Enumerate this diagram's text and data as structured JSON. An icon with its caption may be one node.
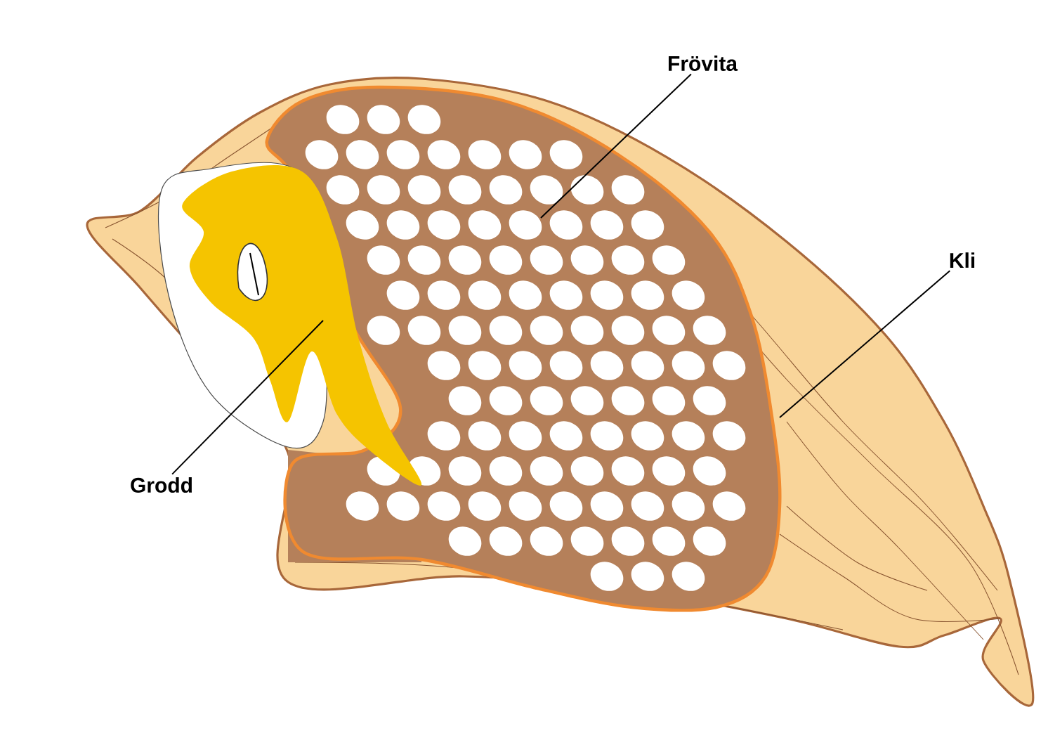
{
  "diagram": {
    "nodes": [
      {
        "text": [
          "Frövita"
        ]
      },
      {
        "text": [
          "Kli"
        ]
      },
      {
        "text": [
          "Grodd"
        ]
      }
    ],
    "edges": [
      {
        "from": 0,
        "to": null,
        "arrow": "none"
      },
      {
        "from": 1,
        "to": null,
        "arrow": "none"
      },
      {
        "from": 2,
        "to": null,
        "arrow": "none"
      }
    ]
  }
}
